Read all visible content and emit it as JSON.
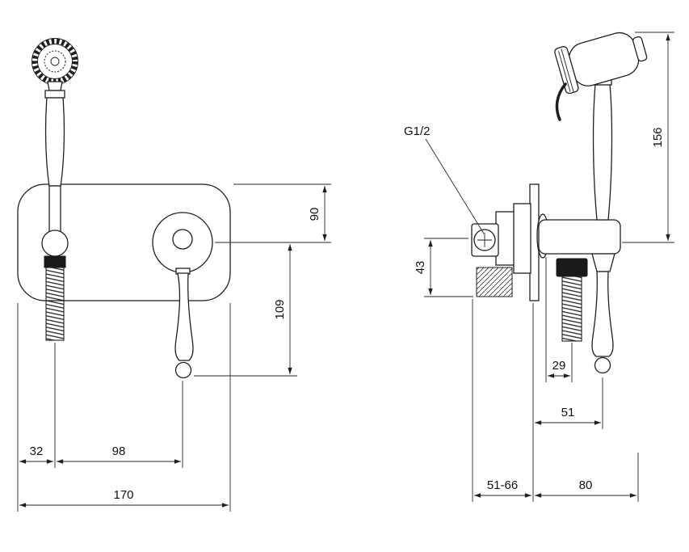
{
  "page": {
    "background": "#ffffff",
    "line_color": "#1f1f1f",
    "dim_line_color": "#2a2a2a"
  },
  "drawing": {
    "front": {
      "dim_right_upper": "90",
      "dim_right_lower": "109",
      "dim_bottom_left": "32",
      "dim_bottom_mid": "98",
      "dim_bottom_total": "170"
    },
    "side": {
      "thread_label": "G1/2",
      "dim_height_total": "156",
      "dim_inlet_height": "43",
      "dim_hose_offset": "29",
      "dim_handle_offset": "51",
      "dim_wall_depth_range": "51-66",
      "dim_depth_total": "80"
    }
  }
}
